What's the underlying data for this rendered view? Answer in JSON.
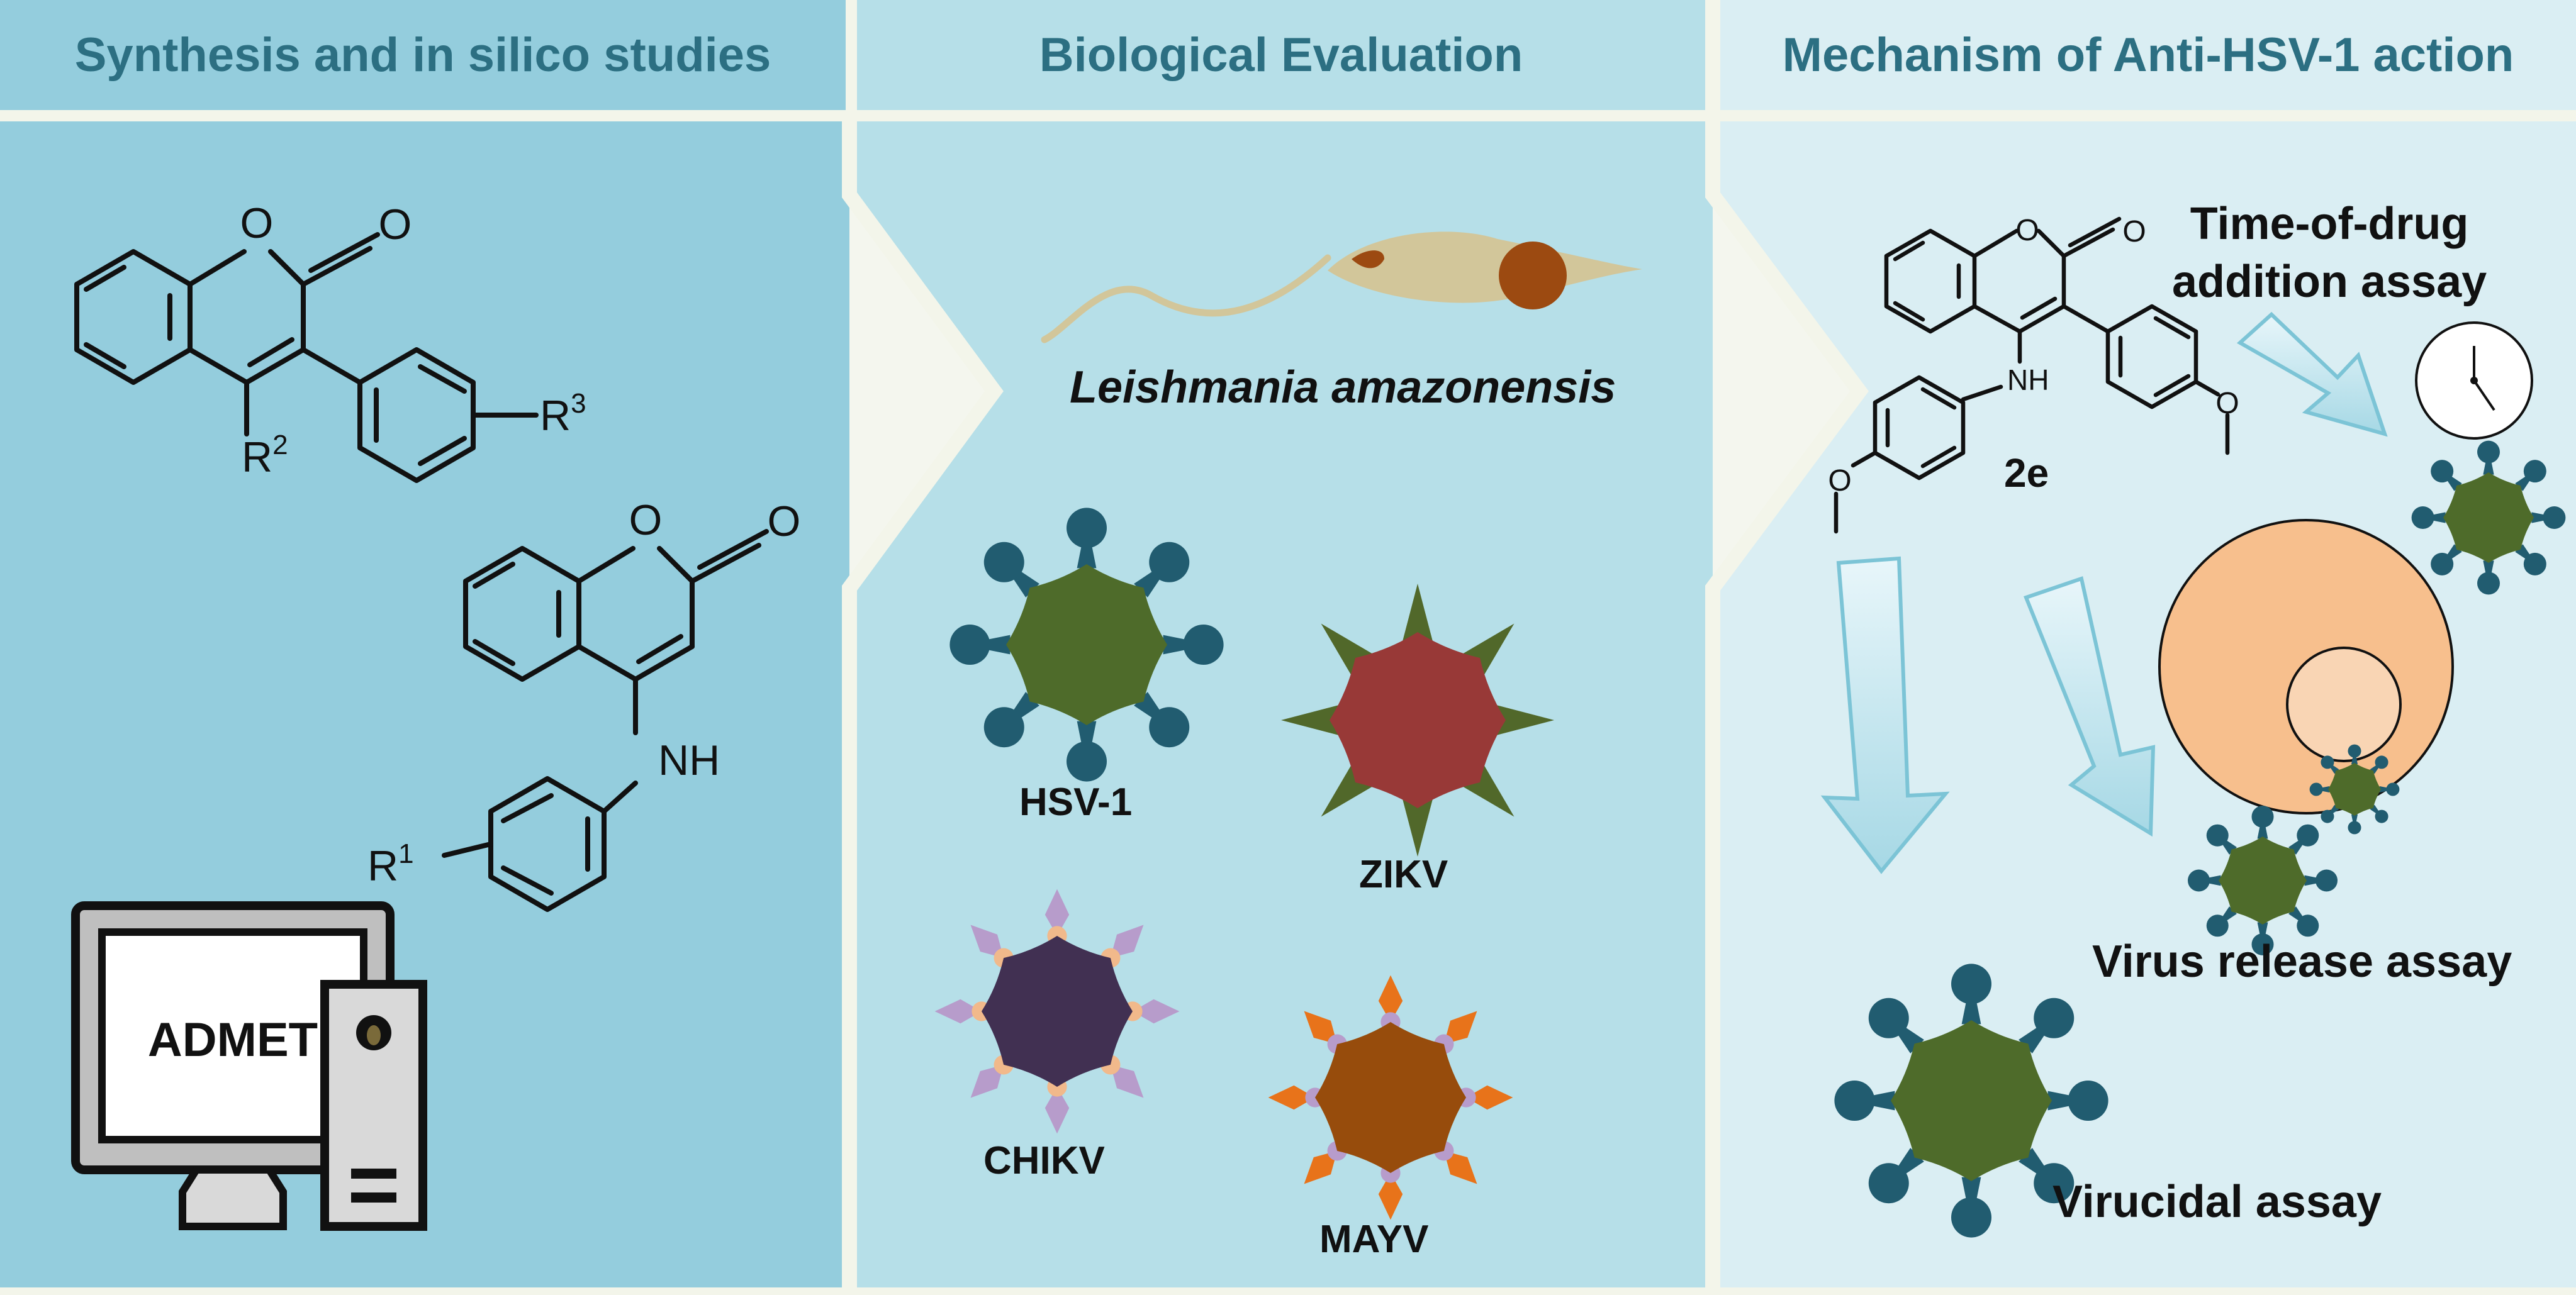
{
  "headers": {
    "left": "Synthesis and in silico studies",
    "middle": "Biological Evaluation",
    "right": "Mechanism of Anti-HSV-1 action"
  },
  "left_panel": {
    "scaffold_1": {
      "carbonyl_o": "O",
      "ring_o": "O",
      "r2": "R",
      "r2_sup": "2",
      "r3": "R",
      "r3_sup": "3"
    },
    "scaffold_2": {
      "carbonyl_o": "O",
      "ring_o": "O",
      "nh": "NH",
      "r1": "R",
      "r1_sup": "1"
    },
    "computer_label": "ADMET"
  },
  "middle_panel": {
    "parasite": "Leishmania amazonensis",
    "viruses": [
      "HSV-1",
      "ZIKV",
      "CHIKV",
      "MAYV"
    ]
  },
  "right_panel": {
    "compound": {
      "label": "2e",
      "carbonyl_o": "O",
      "ring_o": "O",
      "nh": "NH",
      "methoxy_1": "O",
      "methoxy_2": "O"
    },
    "assays": [
      "Time-of-drug addition assay",
      "Virus release assay",
      "Virucidal assay"
    ],
    "assay_lines": {
      "time_line1": "Time-of-drug",
      "time_line2": "addition assay"
    }
  },
  "colors": {
    "left_bg": "#94cddd",
    "middle_bg": "#b6dfe8",
    "right_bg": "#daeef3",
    "header_text": "#2c6f82",
    "hsv_body": "#4e6b2a",
    "hsv_spike": "#215c70",
    "zikv_body": "#983937",
    "chikv_body": "#413052",
    "mayv_body": "#974c0c",
    "cell": "#f7bf8d"
  }
}
